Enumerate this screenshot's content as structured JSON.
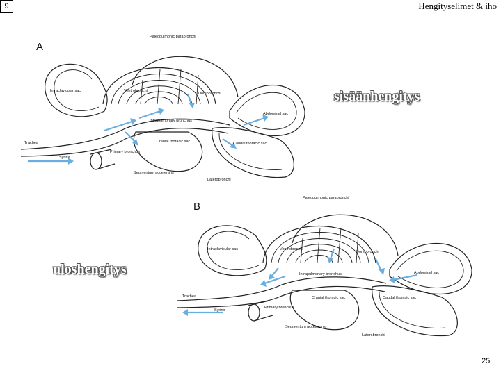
{
  "slide": {
    "number": "9",
    "title": "Hengityselimet & iho",
    "page": "25"
  },
  "labels": {
    "inhale": "sisäänhengitys",
    "exhale": "uloshengitys"
  },
  "diagramA": {
    "letter": "A",
    "parts": {
      "paleopulmonic": "Paleopulmonic parabronchi",
      "intraclavicular": "Intraclavicular sac",
      "ventrobronchi": "Ventrobronchi",
      "dorsobronchi": "Dorsobronchi",
      "intrapulmonary": "Intrapulmonary bronchus",
      "abdominal": "Abdominal sac",
      "trachea": "Trachea",
      "syrinx": "Syrinx",
      "primary": "Primary bronchus",
      "cranial": "Cranial thoracic sac",
      "caudal": "Caudal thoracic sac",
      "segmentum": "Segmentum accelerans",
      "laterobronchi": "Laterobronchi"
    }
  },
  "diagramB": {
    "letter": "B",
    "parts": {
      "paleopulmonic": "Paleopulmonic parabronchi",
      "intraclavicular": "Intraclavicular sac",
      "ventrobronchi": "Ventrobronchi",
      "dorsobronchi": "Dorsobronchi",
      "intrapulmonary": "Intrapulmonary bronchus",
      "abdominal": "Abdominal sac",
      "trachea": "Trachea",
      "syrinx": "Syrinx",
      "primary": "Primary bronchus",
      "cranial": "Cranial thoracic sac",
      "caudal": "Caudal thoracic sac",
      "segmentum": "Segmentum accelerans",
      "laterobronchi": "Laterobronchi"
    }
  },
  "colors": {
    "airflow_arrows": "#6aaee0",
    "outline": "#222222"
  }
}
